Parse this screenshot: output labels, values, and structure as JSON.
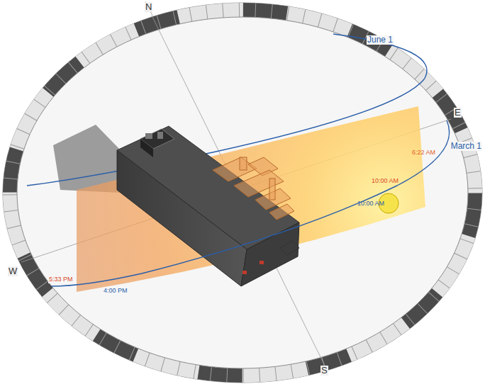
{
  "diagram": {
    "labels": [
      "N",
      "June 1",
      "E",
      "March 1",
      "6:22 AM",
      "10:00 AM",
      "10:00 AM",
      "W",
      "5:33 PM",
      "4:00 PM",
      "S"
    ]
  }
}
